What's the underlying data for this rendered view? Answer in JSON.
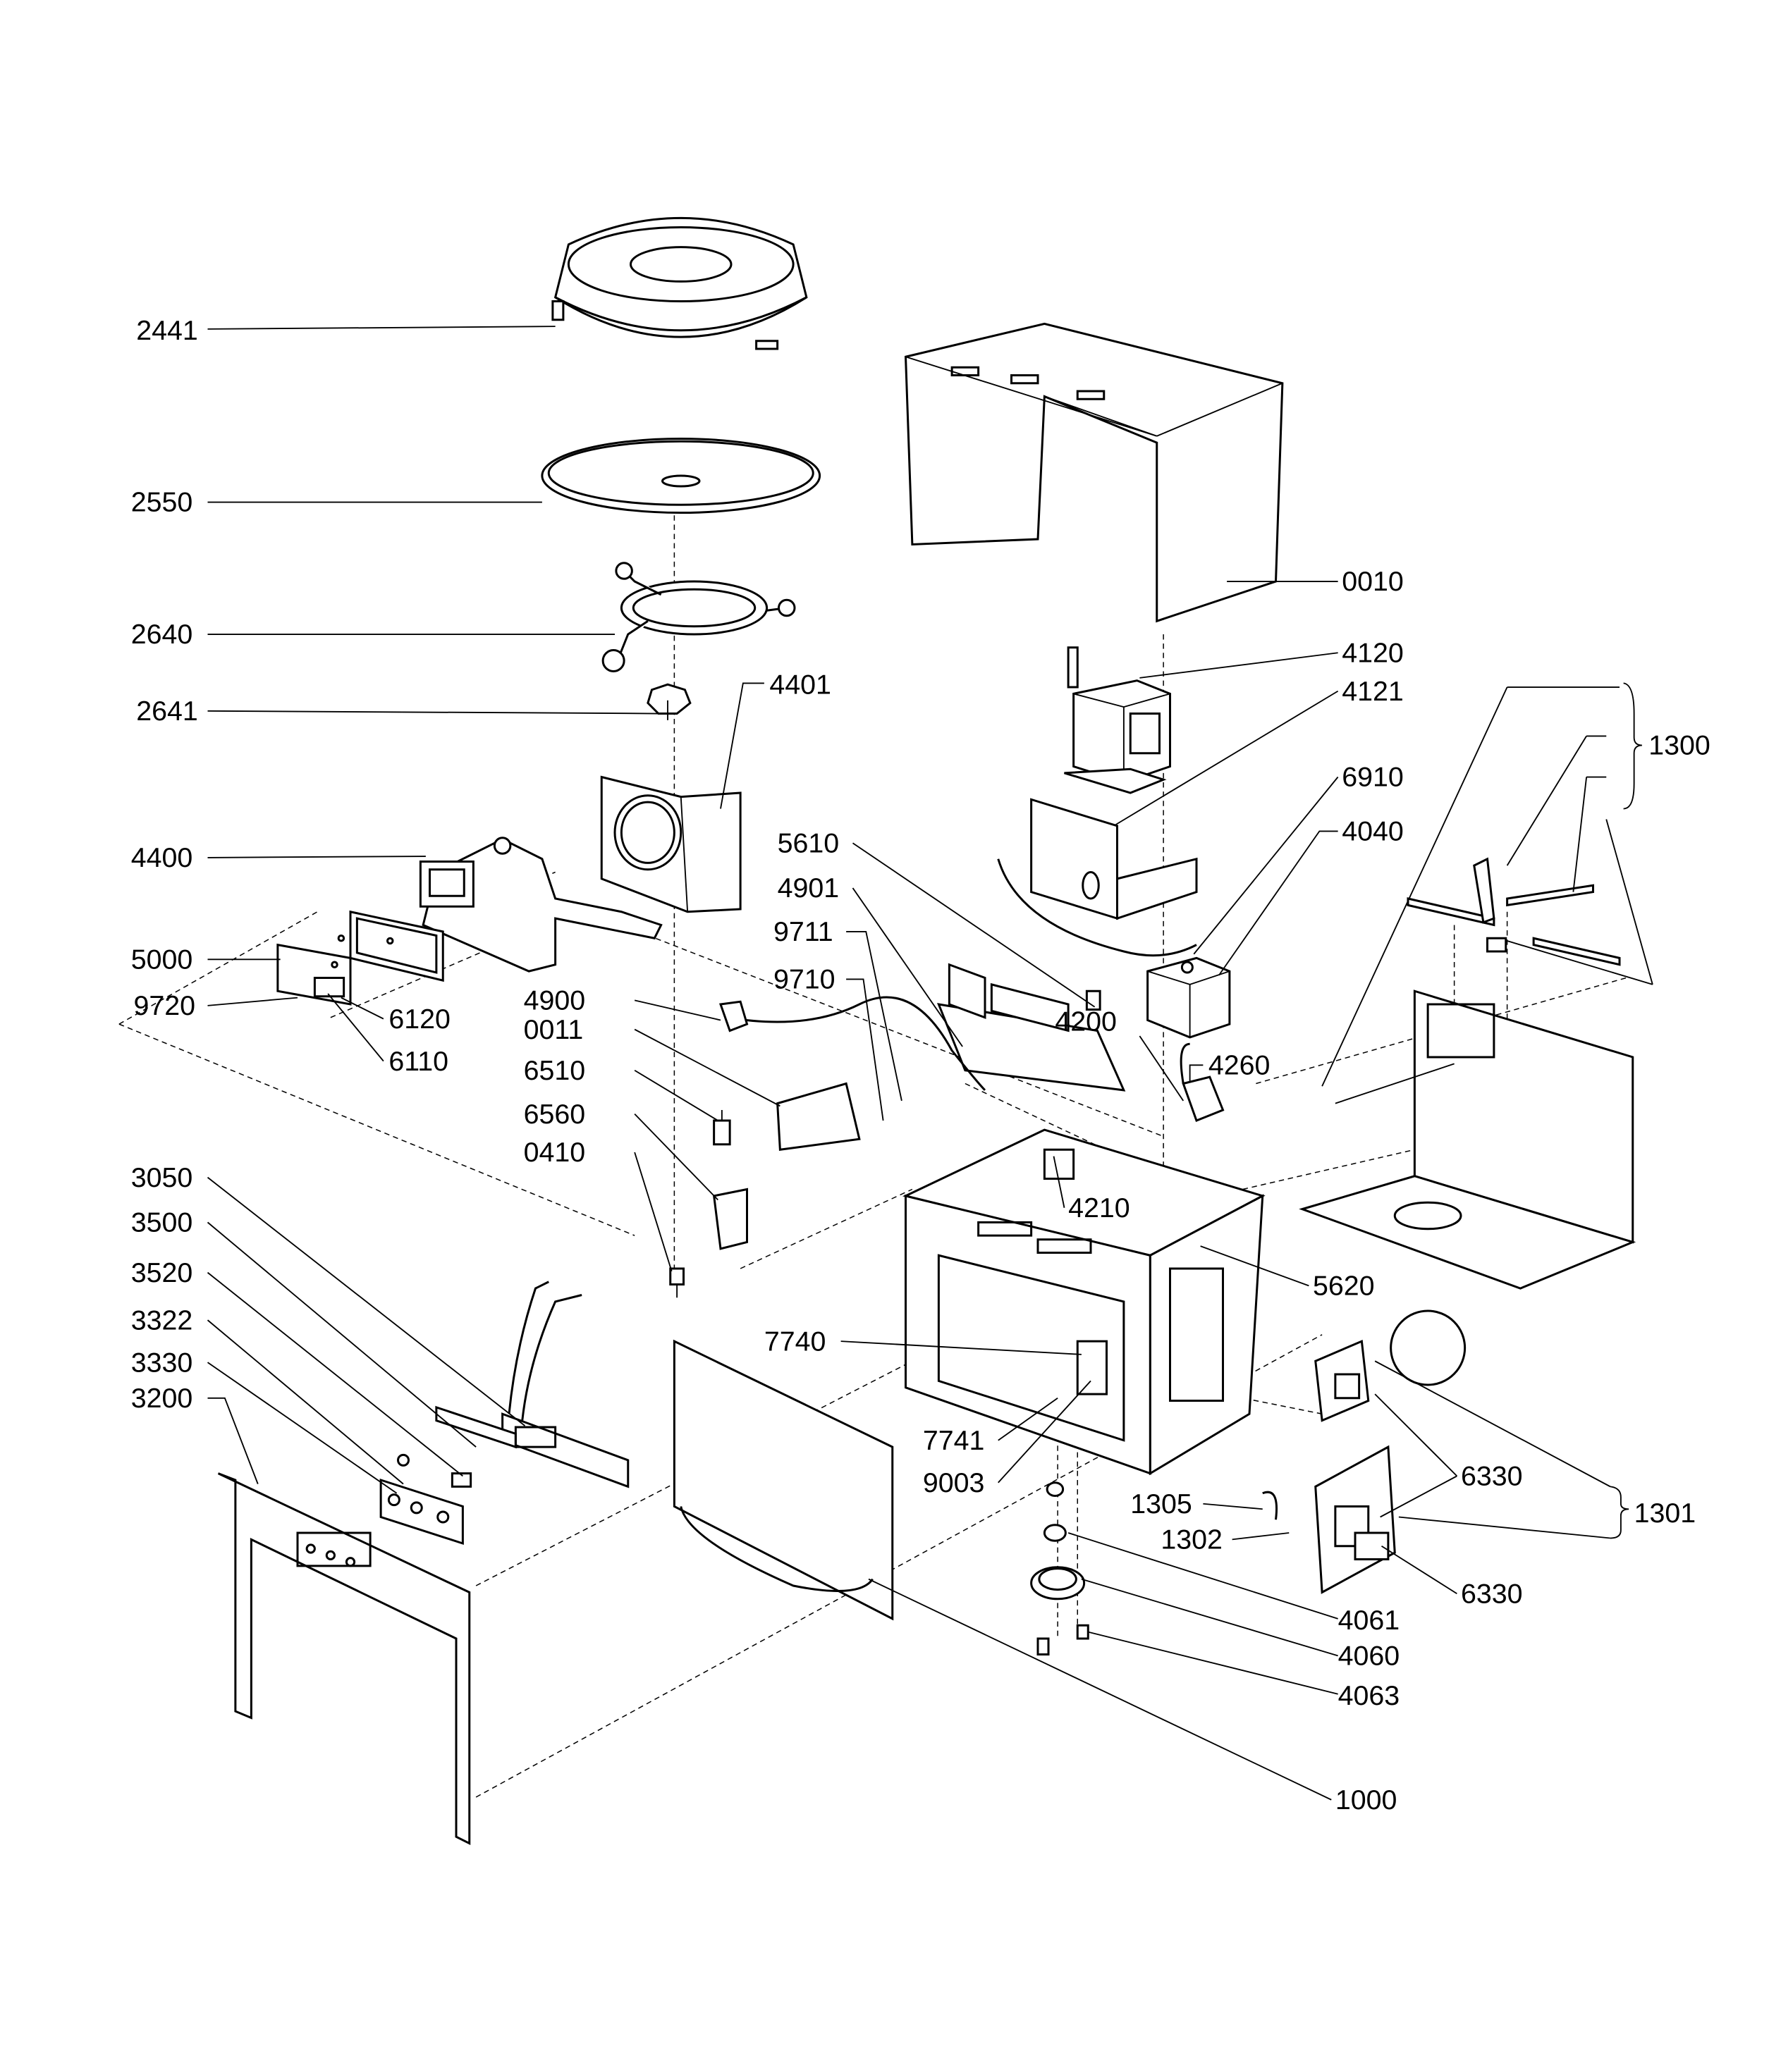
{
  "diagram": {
    "stroke_color": "#000000",
    "fill_color": "#ffffff",
    "part_numbers": {
      "p2441": "2441",
      "p2550": "2550",
      "p2640": "2640",
      "p2641": "2641",
      "p4401": "4401",
      "p4400": "4400",
      "p5000": "5000",
      "p9720": "9720",
      "p6120": "6120",
      "p6110": "6110",
      "p0010": "0010",
      "p4120": "4120",
      "p4121": "4121",
      "p6910": "6910",
      "p4040": "4040",
      "p1300": "1300",
      "p5610": "5610",
      "p4901": "4901",
      "p9711": "9711",
      "p9710": "9710",
      "p4200": "4200",
      "p4260": "4260",
      "p4900": "4900",
      "p0011": "0011",
      "p6510": "6510",
      "p6560": "6560",
      "p0410": "0410",
      "p4210": "4210",
      "p5620": "5620",
      "p3050": "3050",
      "p3500": "3500",
      "p3520": "3520",
      "p3322": "3322",
      "p3330": "3330",
      "p3200": "3200",
      "p7740": "7740",
      "p7741": "7741",
      "p9003": "9003",
      "p6330a": "6330",
      "p1305": "1305",
      "p1302": "1302",
      "p1301": "1301",
      "p6330b": "6330",
      "p4061": "4061",
      "p4060": "4060",
      "p4063": "4063",
      "p1000": "1000"
    }
  }
}
